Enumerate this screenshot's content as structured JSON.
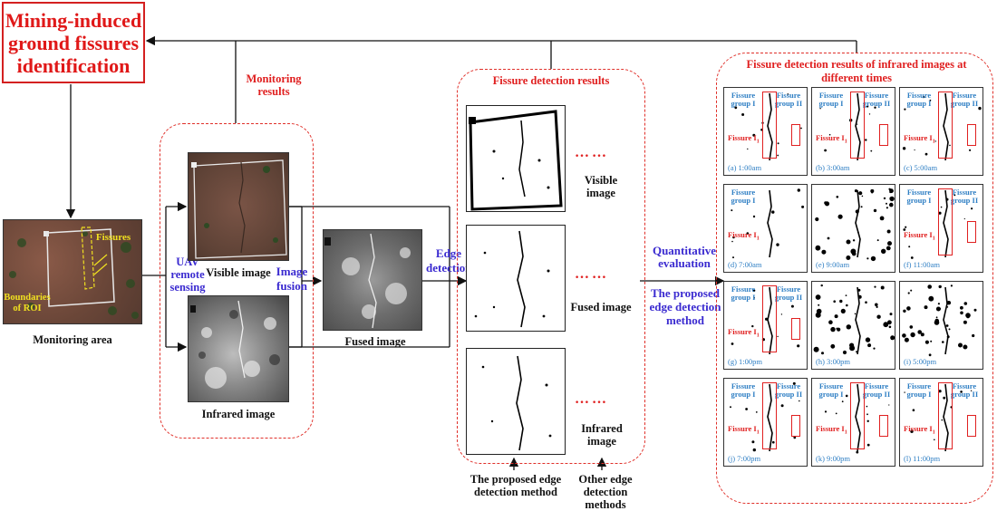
{
  "title": "Mining-induced ground fissures identification",
  "monitoring_results": "Monitoring results",
  "monitoring_area": {
    "caption": "Monitoring area",
    "fissures": "Fissures",
    "boundaries": "Boundaries of ROI"
  },
  "uav_remote_sensing": "UAV remote sensing",
  "visible_image": "Visible image",
  "infrared_image": "Infrared image",
  "image_fusion": "Image fusion",
  "fused_image": "Fused image",
  "edge_detection": "Edge detection",
  "fissure_detection_results": "Fissure detection results",
  "row_labels": [
    "Visible image",
    "Fused image",
    "Infrared image"
  ],
  "dots": "……",
  "proposed_method_bottom": "The proposed edge detection method",
  "other_methods_bottom": "Other edge detection methods",
  "quantitative_evaluation": "Quantitative evaluation",
  "proposed_method_mid": "The proposed edge detection method",
  "infrared_times_title": "Fissure detection results of infrared images at different times",
  "fissure_group_1": "Fissure group I",
  "fissure_group_2": "Fissure group II",
  "fissure_label": "Fissure I",
  "fissure_sub": "1",
  "panels": [
    {
      "label": "(a) 1:00am"
    },
    {
      "label": "(b) 3:00am"
    },
    {
      "label": "(c) 5:00am"
    },
    {
      "label": "(d) 7:00am"
    },
    {
      "label": "(e) 9:00am"
    },
    {
      "label": "(f) 11:00am"
    },
    {
      "label": "(g) 1:00pm"
    },
    {
      "label": "(h) 3:00pm"
    },
    {
      "label": "(i) 5:00pm"
    },
    {
      "label": "(j) 7:00pm"
    },
    {
      "label": "(k) 9:00pm"
    },
    {
      "label": "(l) 11:00pm"
    }
  ]
}
